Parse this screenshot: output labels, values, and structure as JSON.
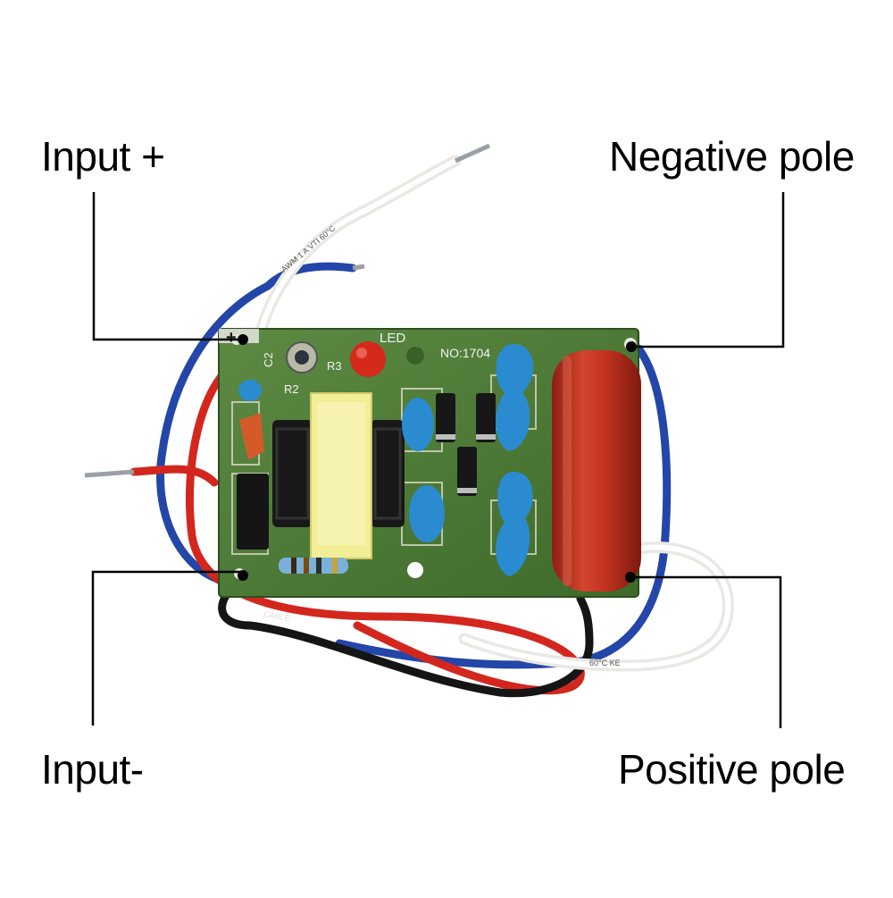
{
  "callouts": {
    "input_plus": "Input +",
    "negative_pole": "Negative pole",
    "input_minus": "Input-",
    "positive_pole": "Positive pole"
  },
  "board": {
    "led_label": "LED",
    "board_number": "NO:1704",
    "c2_label": "C2",
    "r2_label": "R2",
    "r3_label": "R3",
    "plus_mark": "+",
    "wire_print_white": "AWM 1 A VTI 60°C",
    "wire_print_black": "CABLE",
    "wire_print_white_lower": "60°C KE"
  },
  "colors": {
    "pcb": "#4f7d3a",
    "pcb_dark": "#3b6128",
    "blue_wire": "#2346a8",
    "red_wire": "#d3271e",
    "black_wire": "#151515",
    "white_wire": "#f1f0ec",
    "transformer_yellow": "#f2ee96",
    "capacitor_blue": "#2b8bd0",
    "film_cap_red": "#c2321f",
    "leader": "#000000"
  }
}
